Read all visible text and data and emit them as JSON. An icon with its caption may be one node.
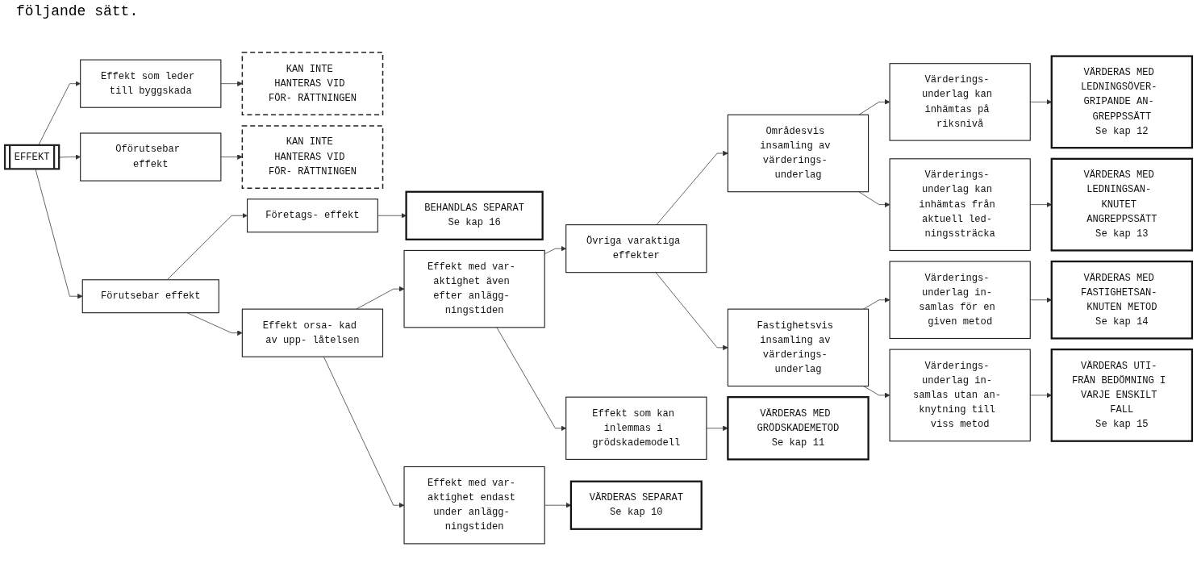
{
  "diagram": {
    "nodes": [
      {
        "text": [
          "EFFEKT"
        ]
      },
      {
        "text": [
          "Effekt som leder till byggskada"
        ]
      },
      {
        "text": [
          "KAN INTE HANTERAS VID FÖR- RÄTTNINGEN"
        ]
      },
      {
        "text": [
          "Förutsebar effekt"
        ]
      },
      {
        "text": [
          "Oförutsebar effekt"
        ]
      },
      {
        "text": [
          "KAN INTE HANTERAS VID FÖR- RÄTTNINGEN"
        ]
      },
      {
        "text": [
          "Effekt orsa- kad av upp- låtelsen"
        ]
      },
      {
        "text": [
          "Företags- effekt"
        ]
      },
      {
        "text": [
          "BEHANDLAS SEPARAT",
          "Se kap 16"
        ]
      },
      {
        "text": [
          "Effekt med var- aktighet endast under anlägg- ningstiden"
        ]
      },
      {
        "text": [
          "Effekt med var- aktighet även efter anlägg- ningstiden"
        ]
      },
      {
        "text": [
          "Effekt som kan inlemmas i grödskademodell"
        ]
      },
      {
        "text": [
          "Övriga varaktiga effekter"
        ]
      },
      {
        "text": [
          "Områdesvis insamling av värderings- underlag"
        ]
      },
      {
        "text": [
          "Fastighetsvis insamling av värderings- underlag"
        ]
      },
      {
        "text": [
          "Värderings- underlag kan inhämtas på riksnivå"
        ]
      },
      {
        "text": [
          "Värderings- underlag kan inhämtas från aktuell led- ningssträcka"
        ]
      },
      {
        "text": [
          "Värderings- underlag in- samlas för en given metod"
        ]
      },
      {
        "text": [
          "Värderings- underlag in- samlas utan an- knytning till viss metod"
        ]
      },
      {
        "text": [
          "VÄRDERAS SEPARAT",
          "Se kap 10"
        ]
      },
      {
        "text": [
          "VÄRDERAS MED GRÖDSKADEMETOD",
          "Se kap 11"
        ]
      },
      {
        "text": [
          "VÄRDERAS MED LEDNINGSÖVER- GRIPANDE AN- GREPPSSÄTT",
          "Se kap 12"
        ]
      },
      {
        "text": [
          "VÄRDERAS MED LEDNINGSAN- KNUTET ANGREPPSSÄTT",
          "Se kap 13"
        ]
      },
      {
        "text": [
          "VÄRDERAS MED FASTIGHETSAN- KNUTEN METOD",
          "Se kap 14"
        ]
      },
      {
        "text": [
          "VÄRDERAS UTI- FRÅN BEDÖMNING I VARJE ENSKILT FALL",
          "Se kap 15"
        ]
      }
    ],
    "edges": [
      {
        "from": 0,
        "to": 1,
        "arrow": "to"
      },
      {
        "from": 1,
        "to": 2,
        "arrow": "to"
      },
      {
        "from": 0,
        "to": 3,
        "arrow": "to"
      },
      {
        "from": 0,
        "to": 4,
        "arrow": "to"
      },
      {
        "from": 4,
        "to": 5,
        "arrow": "to"
      },
      {
        "from": 3,
        "to": 6,
        "arrow": "to"
      },
      {
        "from": 3,
        "to": 7,
        "arrow": "to"
      },
      {
        "from": 7,
        "to": 8,
        "arrow": "to"
      },
      {
        "from": 6,
        "to": 9,
        "arrow": "to"
      },
      {
        "from": 6,
        "to": 10,
        "arrow": "to"
      },
      {
        "from": 9,
        "to": 19,
        "arrow": "to"
      },
      {
        "from": 10,
        "to": 11,
        "arrow": "to"
      },
      {
        "from": 10,
        "to": 12,
        "arrow": "to"
      },
      {
        "from": 11,
        "to": 20,
        "arrow": "to"
      },
      {
        "from": 12,
        "to": 13,
        "arrow": "to"
      },
      {
        "from": 12,
        "to": 14,
        "arrow": "to"
      },
      {
        "from": 13,
        "to": 15,
        "arrow": "to"
      },
      {
        "from": 13,
        "to": 16,
        "arrow": "to"
      },
      {
        "from": 15,
        "to": 21,
        "arrow": "to"
      },
      {
        "from": 16,
        "to": 22,
        "arrow": "to"
      },
      {
        "from": 14,
        "to": 17,
        "arrow": "to"
      },
      {
        "from": 14,
        "to": 18,
        "arrow": "to"
      },
      {
        "from": 17,
        "to": 23,
        "arrow": "to"
      },
      {
        "from": 18,
        "to": 24,
        "arrow": "to"
      }
    ],
    "labels": [
      "följande sätt."
    ]
  }
}
